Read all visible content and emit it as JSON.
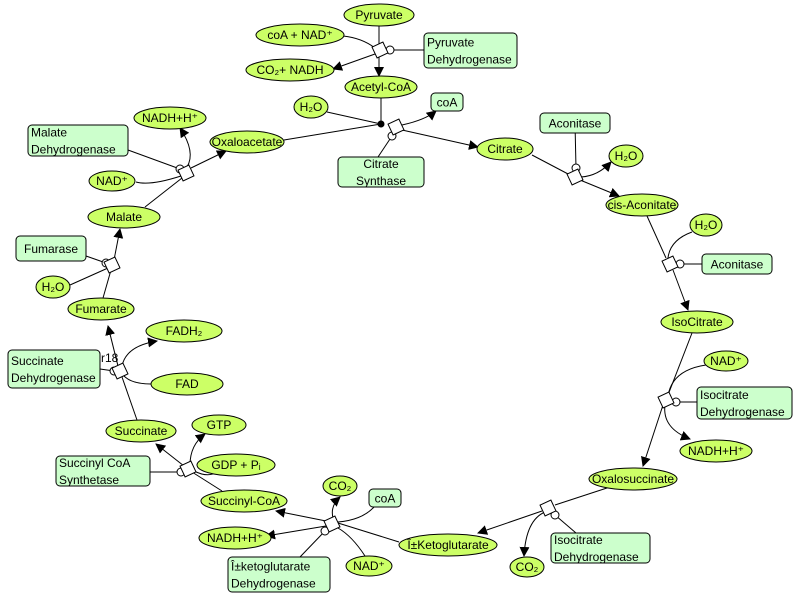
{
  "colors": {
    "species_fill": "#ccff66",
    "enzyme_fill": "#ccffcc",
    "stroke": "#000000",
    "background": "#ffffff"
  },
  "process_label": "r18",
  "species": {
    "pyruvate": "Pyruvate",
    "coa_nad": "coA + NAD⁺",
    "co2_nadh": "CO₂+ NADH",
    "acetylcoa": "Acetyl-CoA",
    "h2o_cs": "H₂O",
    "oxaloacetate": "Oxaloacetate",
    "citrate": "Citrate",
    "h2o_acon1": "H₂O",
    "cisaconitate": "cis-Aconitate",
    "h2o_acon2": "H₂O",
    "isocitrate": "IsoCitrate",
    "nad_icd": "NAD⁺",
    "nadh_icd": "NADH+H⁺",
    "oxalosuccinate": "Oxalosuccinate",
    "co2_icd": "CO₂",
    "akg": "Î±Ketoglutarate",
    "nad_akg": "NAD⁺",
    "co2_akg": "CO₂",
    "succinylcoa": "Succinyl-CoA",
    "nadh_akg": "NADH+H⁺",
    "gtp": "GTP",
    "gdp": "GDP + Pᵢ",
    "succinate": "Succinate",
    "fad": "FAD",
    "fadh2": "FADH₂",
    "fumarate": "Fumarate",
    "h2o_fum": "H₂O",
    "malate": "Malate",
    "nad_mdh": "NAD⁺",
    "nadh_mdh": "NADH+H⁺"
  },
  "enzymes": {
    "pdh": [
      "Pyruvate",
      "Dehydrogenase"
    ],
    "coa_cs": [
      "coA"
    ],
    "cs": [
      "Citrate",
      "Synthase"
    ],
    "aconitase1": [
      "Aconitase"
    ],
    "aconitase2": [
      "Aconitase"
    ],
    "icd1": [
      "Isocitrate",
      "Dehydrogenase"
    ],
    "icd2": [
      "Isocitrate",
      "Dehydrogenase"
    ],
    "coa_akg": [
      "coA"
    ],
    "akgdh": [
      "Î±ketoglutarate",
      "Dehydrogenase"
    ],
    "scs": [
      "Succinyl CoA",
      "Synthetase"
    ],
    "sdh": [
      "Succinate",
      "Dehydrogenase"
    ],
    "fumarase": [
      "Fumarase"
    ],
    "mdh": [
      "Malate",
      "Dehydrogenase"
    ]
  }
}
